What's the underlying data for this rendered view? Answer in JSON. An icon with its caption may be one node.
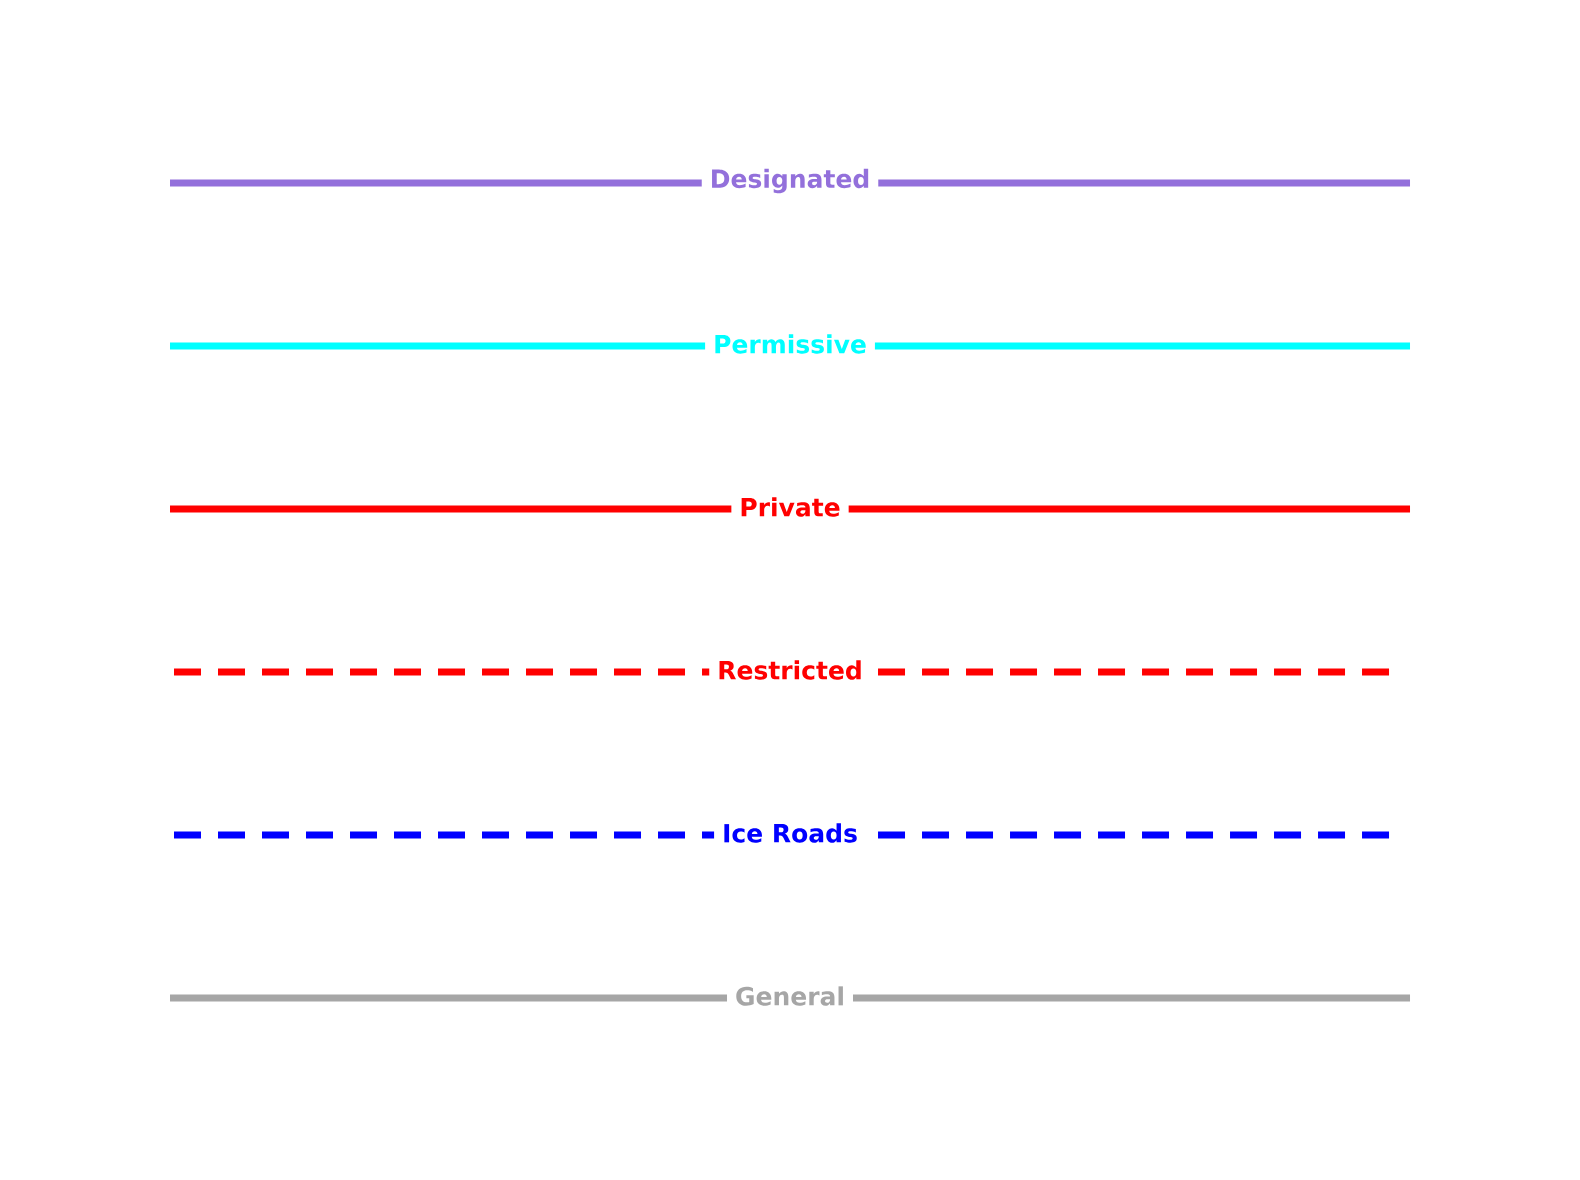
{
  "diagram": {
    "legend": [
      {
        "text": "Designated"
      },
      {
        "text": "Permissive"
      },
      {
        "text": "Private"
      },
      {
        "text": "Restricted"
      },
      {
        "text": "Ice Roads"
      },
      {
        "text": "General"
      }
    ]
  }
}
